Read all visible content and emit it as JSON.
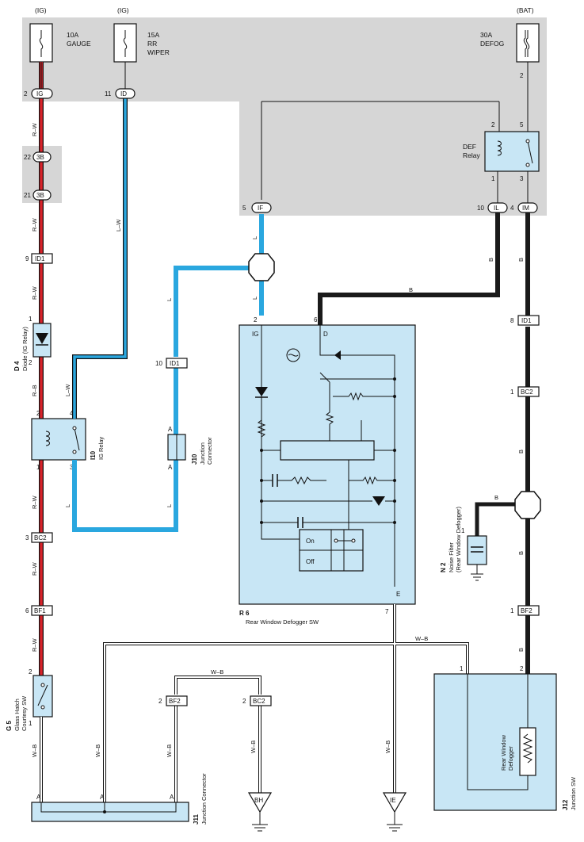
{
  "power": {
    "ig1": "(IG)",
    "ig2": "(IG)",
    "bat": "(BAT)"
  },
  "fuses": {
    "gauge": {
      "rating": "10A",
      "name": "GAUGE"
    },
    "wiper": {
      "rating": "15A",
      "name1": "RR",
      "name2": "WIPER"
    },
    "defog": {
      "rating": "30A",
      "name": "DEFOG"
    }
  },
  "connectors": {
    "ig": "IG",
    "id": "ID",
    "b3": "3B",
    "if": "IF",
    "il": "IL",
    "im": "IM",
    "id1": "ID1",
    "bc2": "BC2",
    "bf1": "BF1",
    "bf2": "BF2",
    "bh": "BH",
    "ie": "IE"
  },
  "pins": {
    "p2": "2",
    "p11": "11",
    "p22": "22",
    "p21": "21",
    "p9": "9",
    "p1": "1",
    "p4": "4",
    "p3": "3",
    "p6": "6",
    "p5": "5",
    "p10": "10",
    "p8": "8",
    "p7": "7",
    "pA": "A"
  },
  "wires": {
    "rw": "R–W",
    "rb": "R–B",
    "lw": "L–W",
    "l": "L",
    "b": "B",
    "wb": "W–B"
  },
  "components": {
    "d4_code": "D 4",
    "d4_name": "Diode (IG Relay)",
    "i10_code": "I10",
    "i10_name": "IG Relay",
    "j10_code": "J10",
    "j10_name1": "Junction",
    "j10_name2": "Connector",
    "g5_code": "G 5",
    "g5_name1": "Glass Hatch",
    "g5_name2": "Courtesy SW",
    "j11_code": "J11",
    "j11_name": "Junction Connector",
    "r6_code": "R 6",
    "r6_name": "Rear Window Defogger SW",
    "r6_pin_ig": "IG",
    "r6_pin_d": "D",
    "r6_pin_e": "E",
    "on": "On",
    "off": "Off",
    "def_name1": "DEF",
    "def_name2": "Relay",
    "n2_code": "N 2",
    "n2_name1": "Noise Filter",
    "n2_name2": "(Rear Window Defogger)",
    "j12_code": "J12",
    "j12_name": "Junction SW",
    "defogger1": "Rear Window",
    "defogger2": "Defogger"
  },
  "colors": {
    "red_wire": "#d8232a",
    "blue_wire": "#2aa7df",
    "black_wire": "#1a1a1a",
    "box_fill": "#c8e6f5",
    "panel_gray": "#d6d6d6"
  }
}
